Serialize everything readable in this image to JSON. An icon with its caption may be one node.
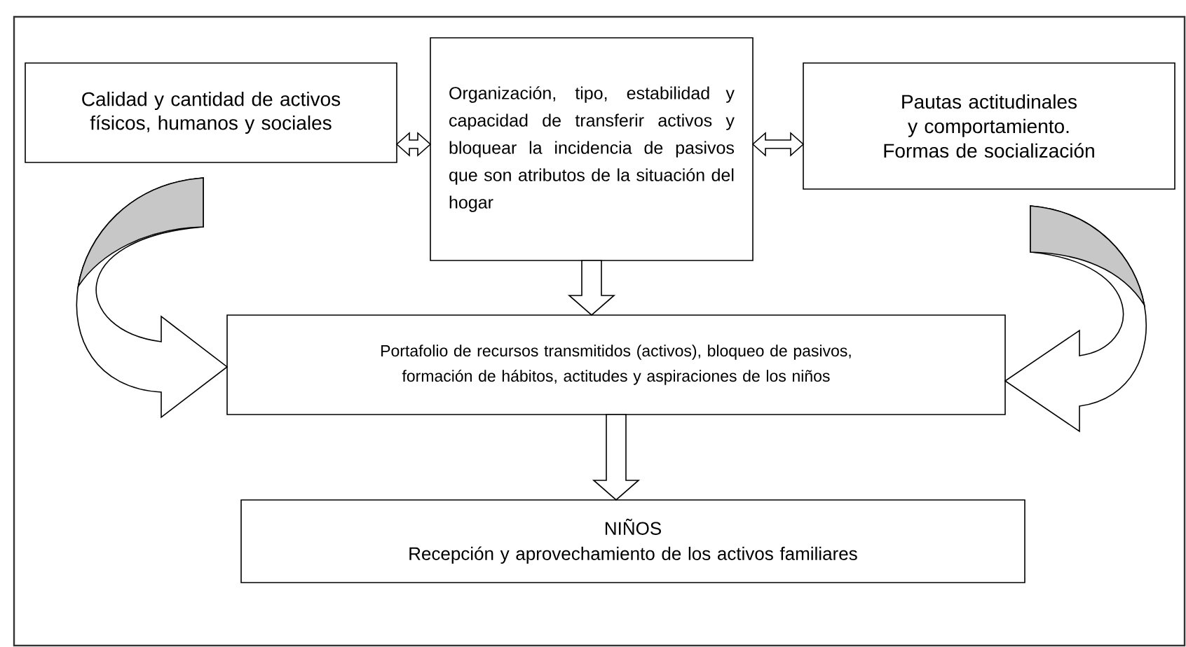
{
  "diagram": {
    "nodes": [
      {
        "text": [
          "Calidad y cantidad de activos físicos, humanos y sociales"
        ]
      },
      {
        "text": [
          "Organización, tipo, estabilidad y capacidad de transferir activos y bloquear la incidencia de pasivos que son atributos de la situación del hogar"
        ]
      },
      {
        "text": [
          "Pautas actitudinales y comportamiento. Formas de socialización"
        ]
      },
      {
        "text": [
          "Portafolio de recursos transmitidos (activos), bloqueo de pasivos, formación de hábitos, actitudes y aspiraciones de los niños"
        ]
      },
      {
        "text": [
          "NIÑOS",
          "Recepción y aprovechamiento de los activos familiares"
        ]
      }
    ],
    "edges": [
      {
        "from": 0,
        "to": 1,
        "arrow": "both"
      },
      {
        "from": 1,
        "to": 2,
        "arrow": "both"
      },
      {
        "from": 1,
        "to": 3,
        "arrow": "to"
      },
      {
        "from": 0,
        "to": 3,
        "arrow": "to"
      },
      {
        "from": 2,
        "to": 3,
        "arrow": "to"
      },
      {
        "from": 3,
        "to": 4,
        "arrow": "to"
      }
    ]
  }
}
